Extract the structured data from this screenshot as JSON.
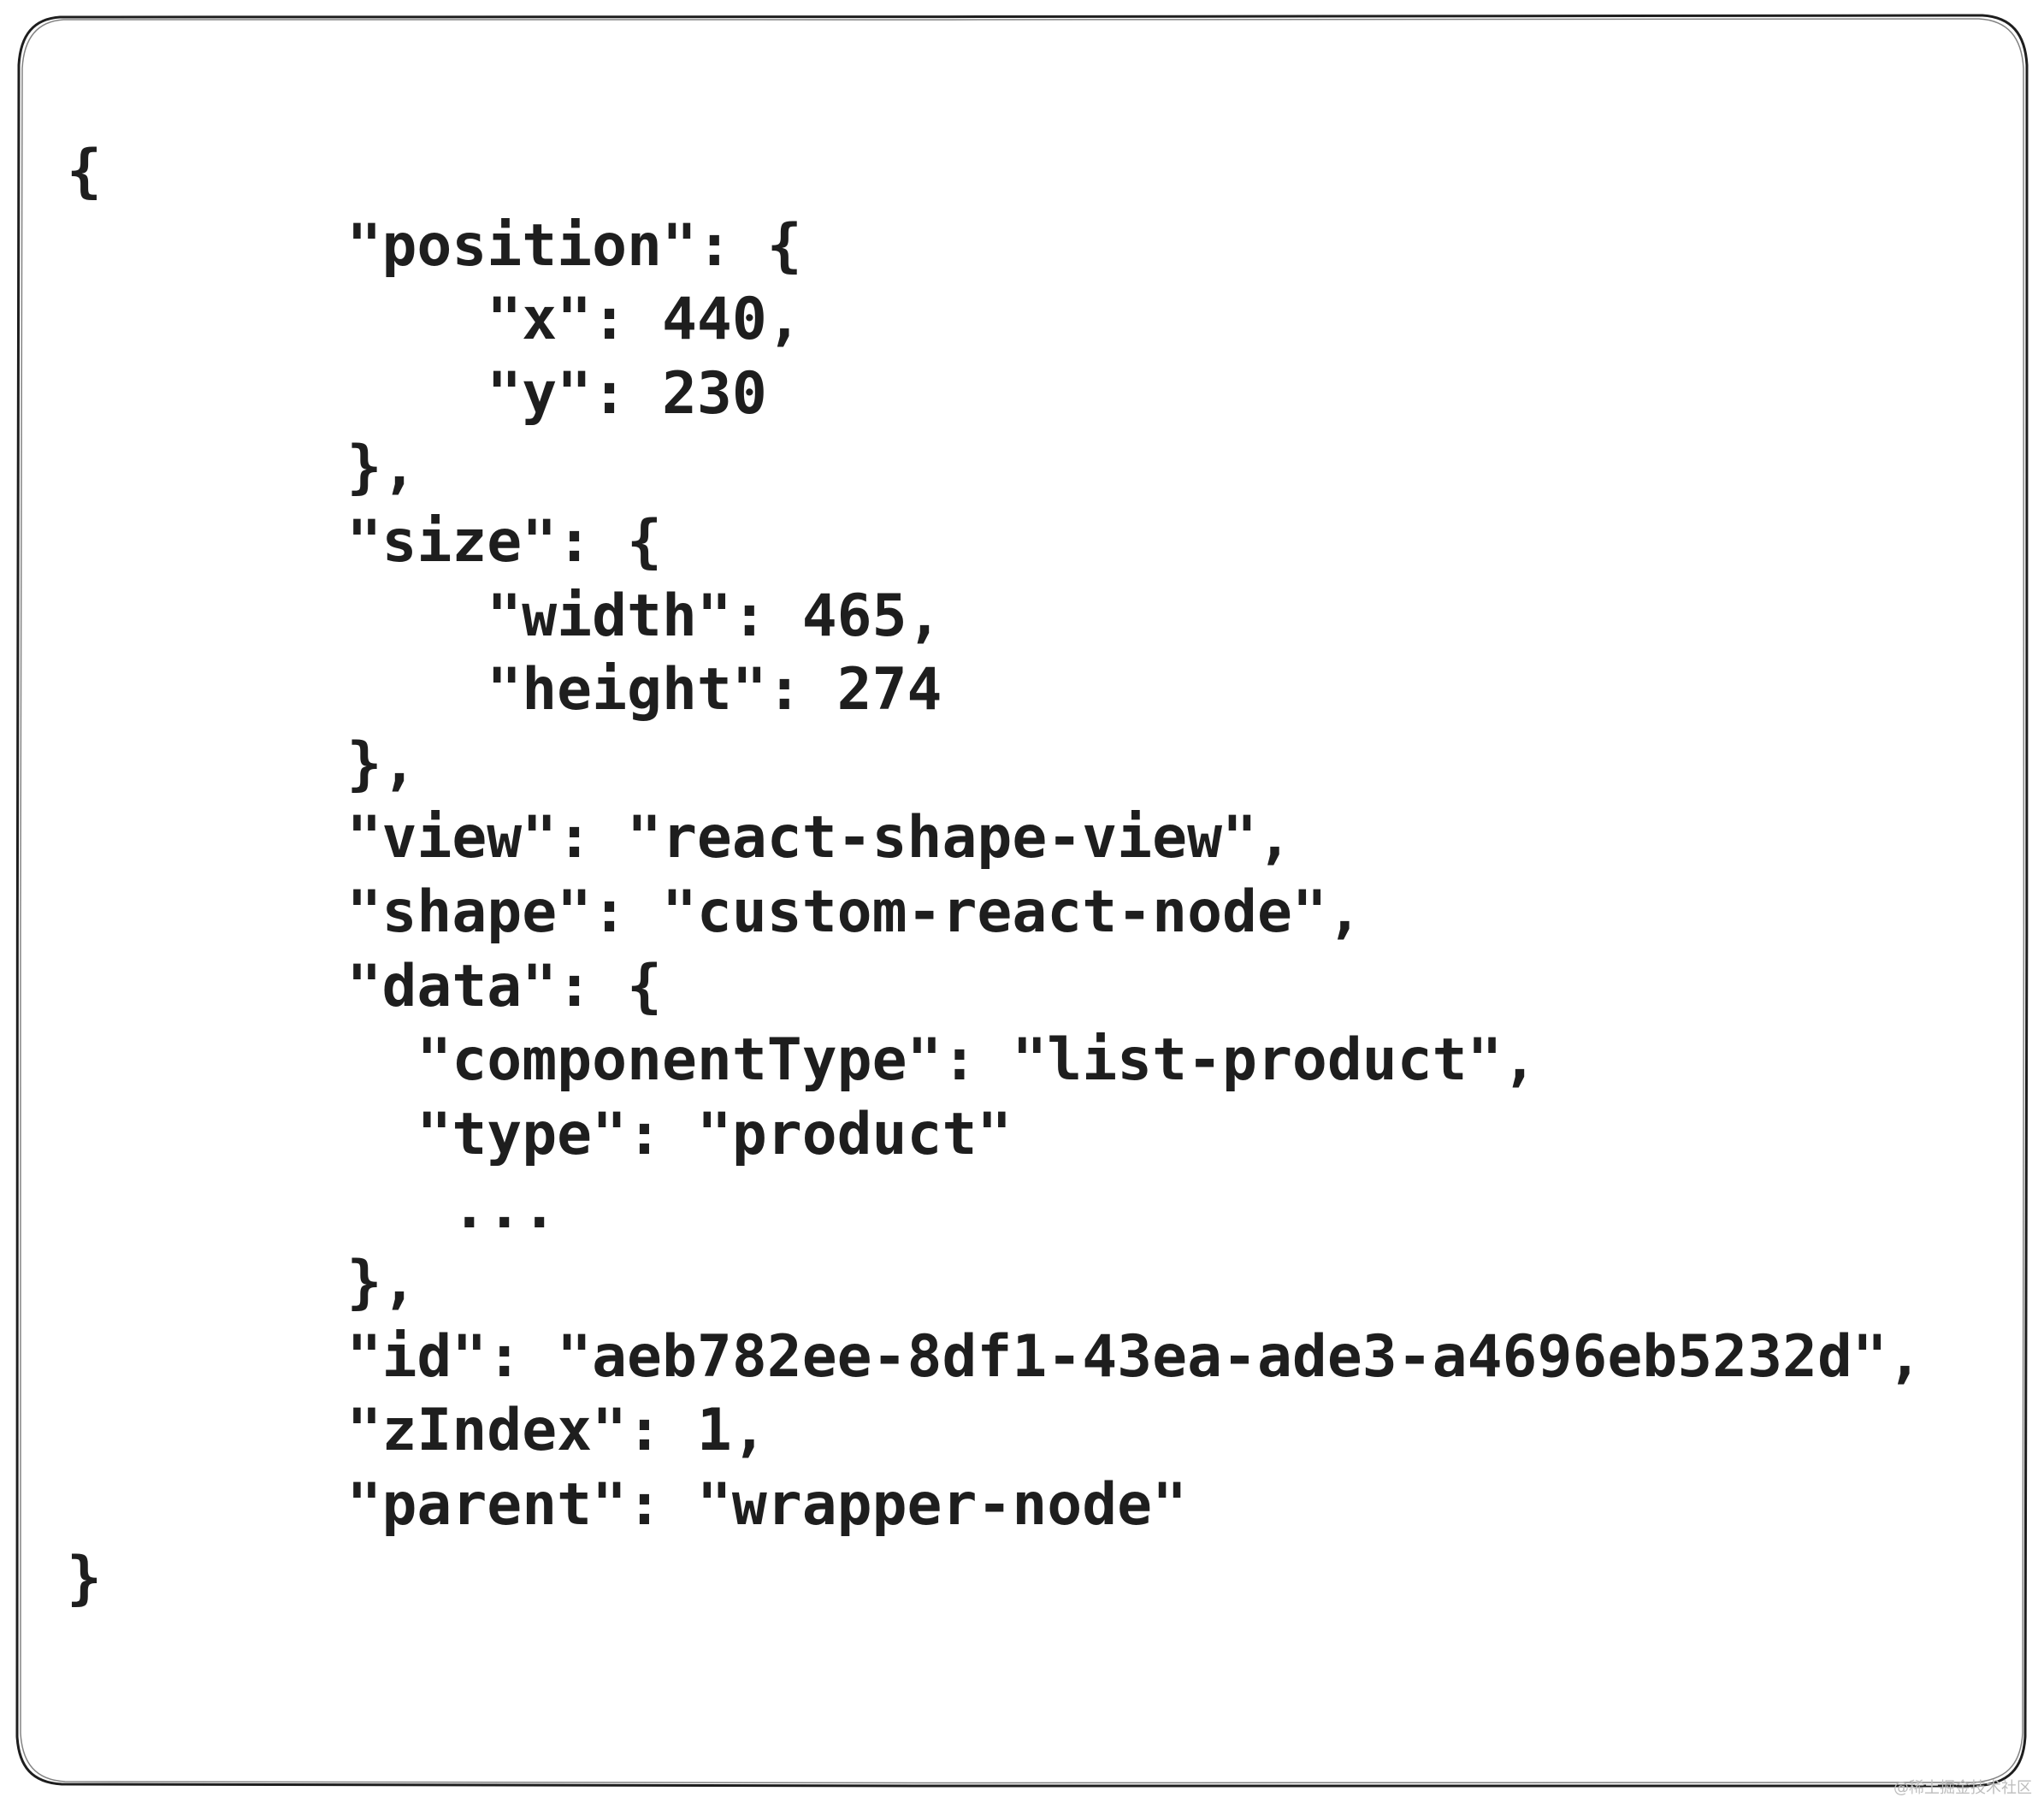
{
  "code": {
    "lines": [
      "{",
      "        \"position\": {",
      "            \"x\": 440,",
      "            \"y\": 230",
      "        },",
      "        \"size\": {",
      "            \"width\": 465,",
      "            \"height\": 274",
      "        },",
      "        \"view\": \"react-shape-view\",",
      "        \"shape\": \"custom-react-node\",",
      "        \"data\": {",
      "          \"componentType\": \"list-product\",",
      "          \"type\": \"product\"",
      "           ...",
      "        },",
      "        \"id\": \"aeb782ee-8df1-43ea-ade3-a4696eb5232d\",",
      "        \"zIndex\": 1,",
      "        \"parent\": \"wrapper-node\"",
      "}"
    ]
  },
  "watermark": "@稀土掘金技术社区",
  "colors": {
    "text": "#1e1e1e",
    "border": "#1e1e1e",
    "background": "#ffffff",
    "watermark": "#bdbdbd"
  }
}
